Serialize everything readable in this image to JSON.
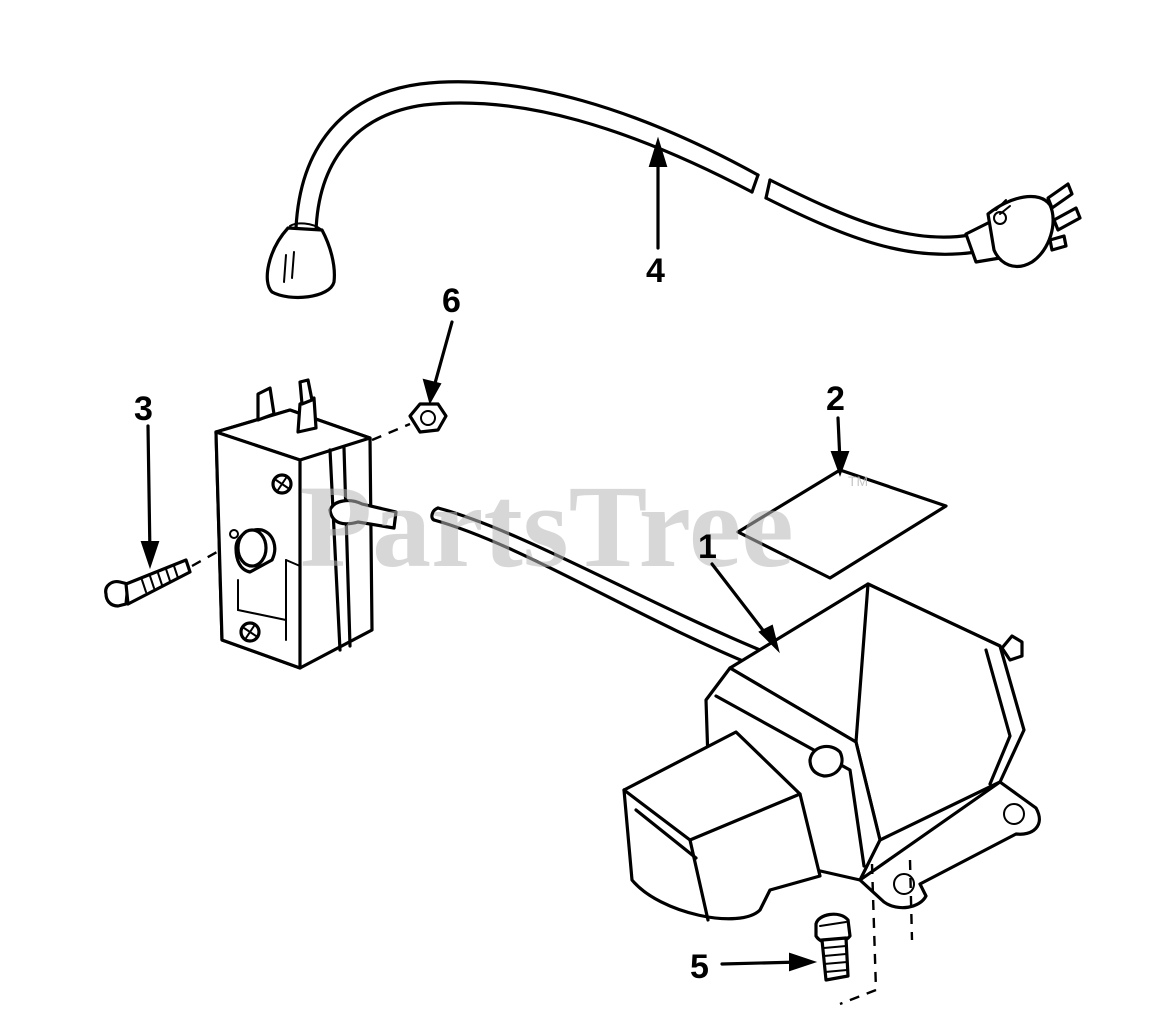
{
  "watermark": {
    "text": "PartsTree",
    "trademark": "TM"
  },
  "callouts": [
    {
      "id": "1",
      "label": "1"
    },
    {
      "id": "2",
      "label": "2"
    },
    {
      "id": "3",
      "label": "3"
    },
    {
      "id": "4",
      "label": "4"
    },
    {
      "id": "5",
      "label": "5"
    },
    {
      "id": "6",
      "label": "6"
    }
  ],
  "colors": {
    "line": "#000000",
    "background": "#ffffff",
    "watermark": "#b8b8b8"
  }
}
